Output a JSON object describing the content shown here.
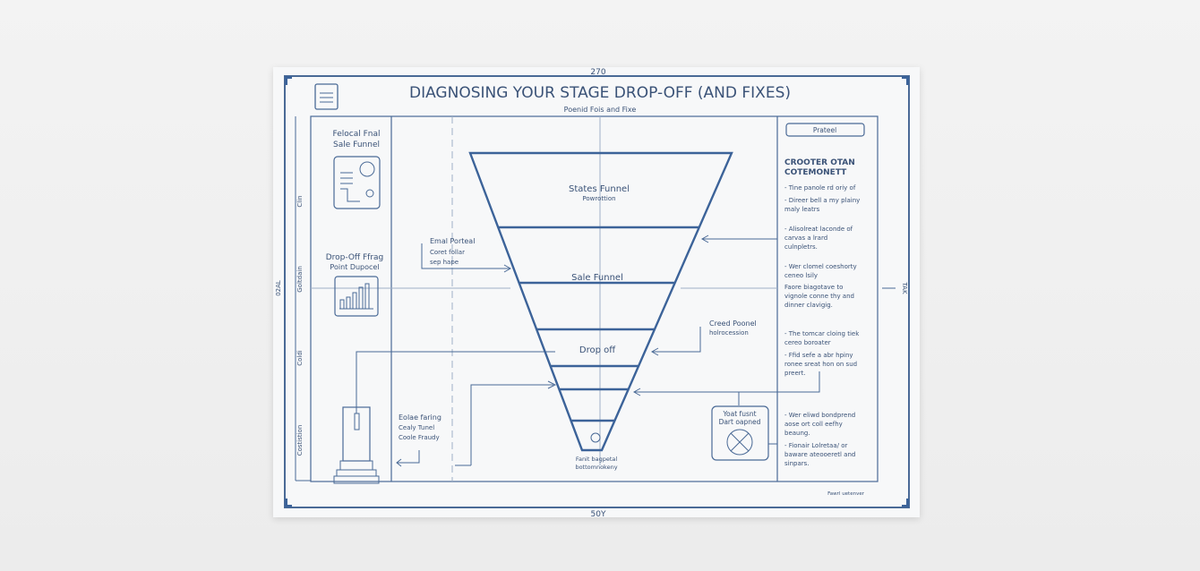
{
  "header": {
    "top_dimension": "270",
    "title": "DIAGNOSING YOUR STAGE DROP-OFF (AND FIXES)",
    "subtitle": "Poenid Fois and Fixe",
    "bottom_dimension": "50Y"
  },
  "left_column": {
    "card1_title": [
      "Felocal Fnal",
      "Sale Funnel"
    ],
    "card2_title": [
      "Drop-Off Ffrag",
      "Point Dupocel"
    ],
    "side_labels": [
      "Clin",
      "Goltdain",
      "Coldi",
      "Costistion"
    ],
    "left_dimension": "02AL"
  },
  "funnel": {
    "top_label": "States Funnel",
    "top_sublabel": "Powrottion",
    "mid_label": "Sale Funnel",
    "drop_label": "Drop off",
    "bottom_caption": [
      "Fanit bagpetal",
      "bottomnokeny"
    ]
  },
  "annotations": {
    "left_upper": [
      "Emal Porteal",
      "Coret follar",
      "sep hape"
    ],
    "left_lower": [
      "Eolae faring",
      "Cealy Tunel",
      "Coole Fraudy"
    ],
    "right_callout": [
      "Creed Poonel",
      "holrocession"
    ],
    "badge_box": [
      "Yoat fusnt",
      "Dart oapned"
    ]
  },
  "right_panel": {
    "button_label": "Prateel",
    "heading": [
      "CROOTER OTAN",
      "COTEMONETT"
    ],
    "bullets": [
      [
        "- Tine panole rd oriy of"
      ],
      [
        "- Direer bell a my plainy",
        "  maly leatrs"
      ],
      [
        "- Alisolreat laconde of",
        "  carvas a lrard",
        "  culnpletrs."
      ],
      [
        "- Wer clomel coeshorty",
        "  ceneo lsily"
      ],
      [
        "  Faore biagotave to",
        "  vignole conne thy and",
        "  dinner clavigig."
      ],
      [
        "- The tomcar cloing tiek",
        "  cereo boroater"
      ],
      [
        "- Ffid sefe a abr hpiny",
        "  ronee sreat hon on sud",
        "  preert."
      ],
      [
        "- Wer eliwd bondprend",
        "  aose ort coll eefhy",
        "  beaung."
      ],
      [
        "- Fionair Lolretaa/ or",
        "  baware ateooeretl and",
        "  sinpars."
      ]
    ],
    "right_dimension": "TAK",
    "footer_note": "Fawrl uetenver"
  },
  "colors": {
    "ink": "#3c6399",
    "paper": "#f7f8f9",
    "background": "#efefef"
  }
}
